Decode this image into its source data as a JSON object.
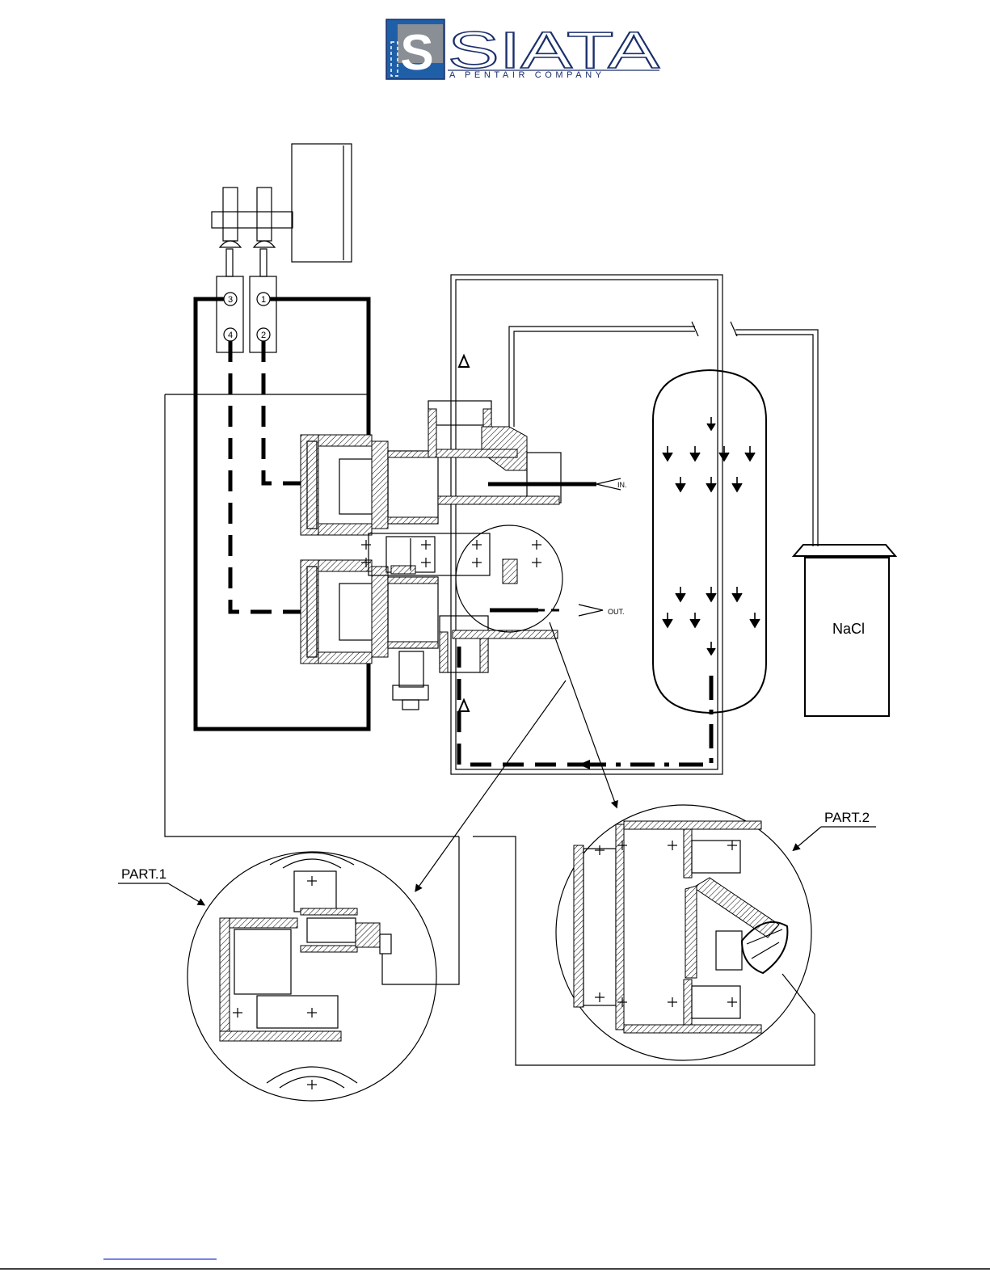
{
  "logo": {
    "brand": "SIATA",
    "tagline": "A PENTAIR COMPANY",
    "mark_letter": "S",
    "colors": {
      "blue": "#1f5fa8",
      "grey": "#8a8f96",
      "outline": "#1a2f6b"
    }
  },
  "diagram": {
    "port_labels": {
      "p1": "1",
      "p2": "2",
      "p3": "3",
      "p4": "4"
    },
    "inlet_label": "IN.",
    "outlet_label": "OUT.",
    "brine_tank_label": "NaCl",
    "detail_1_label": "PART.1",
    "detail_2_label": "PART.2"
  }
}
